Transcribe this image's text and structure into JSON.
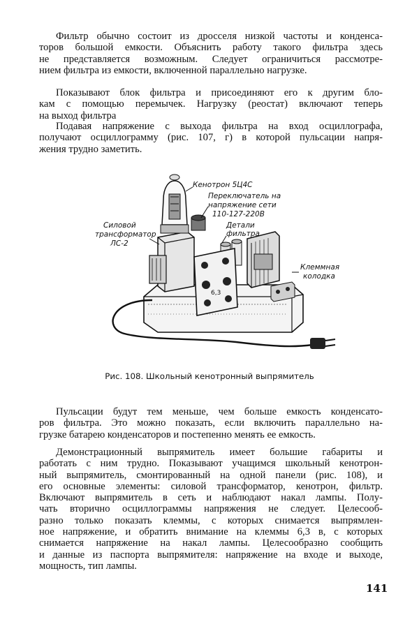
{
  "paragraphs": [
    {
      "id": "p1",
      "lines": [
        "Фильтр обычно состоит из дросселя низкой частоты и конденса-",
        "торов большой емкости. Объяснить работу такого фильтра здесь",
        "не представляется возможным. Следует ограничиться рассмотре-",
        "нием фильтра из емкости, включенной параллельно нагрузке."
      ]
    },
    {
      "id": "p2",
      "lines": [
        "Показывают блок фильтра и присоединяют его к другим бло-",
        "кам с помощью перемычек. Нагрузку (реостат) включают теперь",
        "на выход фильтра"
      ]
    },
    {
      "id": "p3",
      "lines": [
        "Подавая напряжение с выхода фильтра на вход осциллографа,",
        "получают осциллограмму (рис. 107, г) в которой пульсации напря-",
        "жения трудно заметить."
      ]
    },
    {
      "id": "p4",
      "lines": [
        "Пульсации будут тем меньше, чем больше емкость конденсато-",
        "ров фильтра. Это можно показать, если включить параллельно на-",
        "грузке батарею конденсаторов и постепенно менять ее емкость."
      ]
    },
    {
      "id": "p5",
      "lines": [
        "Демонстрационный выпрямитель имеет большие габариты и",
        "работать с ним трудно. Показывают учащимся школьный кенотрон-",
        "ный выпрямитель, смонтированный на одной панели (рис. 108), и",
        "его основные элементы: силовой трансформатор, кенотрон, фильтр.",
        "Включают выпрямитель в сеть и наблюдают накал лампы. Полу-",
        "чать вторично осциллограммы напряжения не следует. Целесооб-",
        "разно только показать клеммы, с которых снимается выпрямлен-",
        "ное напряжение, и обратить внимание на клеммы 6,3 в, с которых",
        "снимается напряжение на накал лампы. Целесообразно сообщить",
        "и данные из паспорта выпрямителя: напряжение на входе и выходе,",
        "мощность, тип лампы."
      ]
    }
  ],
  "figure": {
    "labels": {
      "kenotron": "Кенотрон 5Ц4С",
      "switch_1": "Переключатель на",
      "switch_2": "напряжение сети",
      "switch_3": "110-127-220В",
      "filter_1": "Детали",
      "filter_2": "фильтра",
      "transformer_1": "Силовой",
      "transformer_2": "трансформатор",
      "transformer_3": "ЛС-2",
      "terminal_1": "Клеммная",
      "terminal_2": "колодка",
      "terminal_value": "6,3"
    },
    "caption": "Рис. 108. Школьный кенотронный выпрямитель"
  },
  "page_number": "141"
}
